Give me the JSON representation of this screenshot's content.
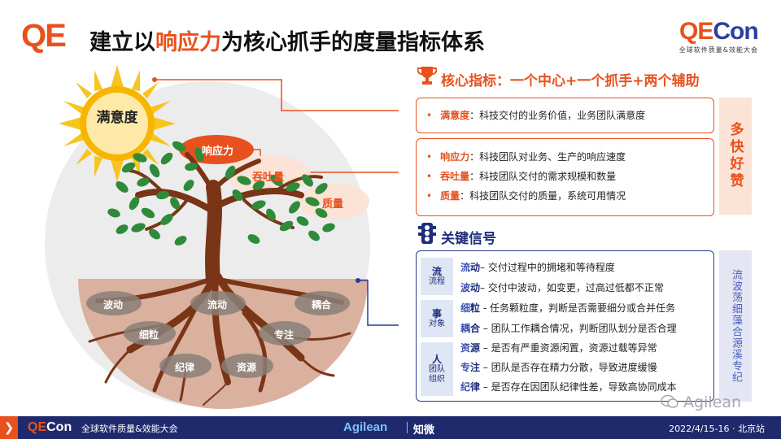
{
  "header": {
    "logo": "QE",
    "title_pre": "建立以",
    "title_hl": "响应力",
    "title_post": "为核心抓手的度量指标体系",
    "brand_qe": "QE",
    "brand_con": "Con",
    "brand_sub": "全球软件质量&效能大会"
  },
  "illustration": {
    "sun": "满意度",
    "response": "响应力",
    "throughput": "吞吐量",
    "quality": "质量",
    "roots": [
      "波动",
      "流动",
      "耦合",
      "细粒",
      "专注",
      "纪律",
      "资源"
    ]
  },
  "core": {
    "title": "核心指标：一个中心+一个抓手+两个辅助",
    "bullet": "•",
    "box1": [
      {
        "key": "满意度",
        "text": "：科技交付的业务价值，业务团队满意度"
      }
    ],
    "box2": [
      {
        "key": "响应力",
        "text": "：科技团队对业务、生产的响应速度"
      },
      {
        "key": "吞吐量",
        "text": "：科技团队交付的需求规模和数量"
      },
      {
        "key": "质量",
        "text": "：科技团队交付的质量，系统可用情况"
      }
    ],
    "side": "多快好赞"
  },
  "signals": {
    "title": "关键信号",
    "categories": [
      {
        "main": "流",
        "sub": "流程"
      },
      {
        "main": "事",
        "sub": "对象"
      },
      {
        "main": "人",
        "sub": "团队组织"
      }
    ],
    "lines": [
      {
        "k1": "流",
        "k2": "动",
        "text": "– 交付过程中的拥堵和等待程度"
      },
      {
        "k1": "波",
        "k2": "动",
        "text": "– 交付中波动，如变更，过高过低都不正常"
      },
      {
        "k1": "细",
        "k2": "粒",
        "text": " - 任务颗粒度，判断是否需要细分或合并任务"
      },
      {
        "k1": "耦",
        "k2": "合",
        "text": " – 团队工作耦合情况，判断团队划分是否合理"
      },
      {
        "k1": "资",
        "k2": "源",
        "text": " – 是否有严重资源闲置，资源过载等异常"
      },
      {
        "k1": "专",
        "k2": "注",
        "text": " – 团队是否存在精力分散，导致进度缓慢"
      },
      {
        "k1": "纪",
        "k2": "律",
        "text": " – 是否存在因团队纪律性差，导致高协同成本"
      }
    ],
    "side": "流波荡细藻合源溪专纪"
  },
  "watermark": "Agilean",
  "footer": {
    "arrow": "❯",
    "brand_qe": "QE",
    "brand_con": "Con",
    "sub": "全球软件质量&效能大会",
    "agilean": "Agilean",
    "zhiwei": "知微",
    "date": "2022/4/15-16 · 北京站"
  },
  "colors": {
    "accent": "#e8511e",
    "navy": "#1e2e7c",
    "sun": "#f7b500",
    "leaf": "#2f8a3a",
    "trunk": "#7a3416"
  }
}
